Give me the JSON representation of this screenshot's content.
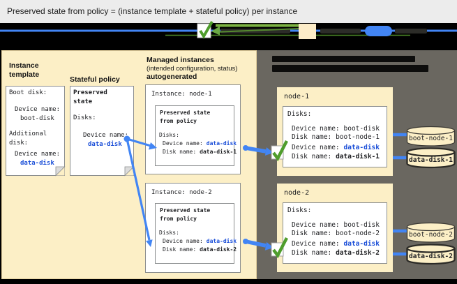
{
  "title": "Preserved state from policy = (instance template + stateful policy) per instance",
  "colors": {
    "accent_blue": "#4285f4",
    "value_blue": "#1a4ed8",
    "check_green": "#4f9d2c",
    "panel_beige": "#fcefc6",
    "panel_dark_gray": "#6a6760",
    "bar_black": "#000000"
  },
  "legend": {
    "icons": [
      "checkmark-status-icon",
      "apply-arrow-icon",
      "instance-template-swatch",
      "disk-pill-icon"
    ]
  },
  "left_panel": {
    "instance_template": {
      "header": [
        "Instance",
        "template"
      ],
      "note": [
        "Boot disk:",
        "Device name:",
        "boot-disk",
        "Additional",
        "disk:",
        "Device name:",
        "data-disk"
      ]
    },
    "stateful_policy": {
      "header": "Stateful policy",
      "note": [
        "Preserved",
        "state",
        "Disks:",
        "Device name:",
        "data-disk"
      ]
    },
    "managed_instances": {
      "header": [
        "Managed instances",
        "(intended configuration, status)",
        "autogenerated"
      ],
      "instances": [
        {
          "title": "Instance: node-1",
          "preserved": [
            "Preserved state",
            "from policy"
          ],
          "disks_label": "Disks:",
          "rows": [
            {
              "label": "Device name:",
              "value": "data-disk"
            },
            {
              "label": "Disk name:",
              "value": "data-disk-1"
            }
          ]
        },
        {
          "title": "Instance: node-2",
          "preserved": [
            "Preserved state",
            "from policy"
          ],
          "disks_label": "Disks:",
          "rows": [
            {
              "label": "Device name:",
              "value": "data-disk"
            },
            {
              "label": "Disk name:",
              "value": "data-disk-2"
            }
          ]
        }
      ]
    }
  },
  "right_panel": {
    "nodes": [
      {
        "name": "node-1",
        "disks_label": "Disks:",
        "rows": [
          {
            "label": "Device name:",
            "value": "boot-disk"
          },
          {
            "label": "Disk name:",
            "value": "boot-node-1"
          },
          {
            "label": "Device name:",
            "value": "data-disk"
          },
          {
            "label": "Disk name:",
            "value": "data-disk-1"
          }
        ],
        "disk_cylinders": [
          "boot-node-1",
          "data-disk-1"
        ]
      },
      {
        "name": "node-2",
        "disks_label": "Disks:",
        "rows": [
          {
            "label": "Device name:",
            "value": "boot-disk"
          },
          {
            "label": "Disk name:",
            "value": "boot-node-2"
          },
          {
            "label": "Device name:",
            "value": "data-disk"
          },
          {
            "label": "Disk name:",
            "value": "data-disk-2"
          }
        ],
        "disk_cylinders": [
          "boot-node-2",
          "data-disk-2"
        ]
      }
    ]
  }
}
